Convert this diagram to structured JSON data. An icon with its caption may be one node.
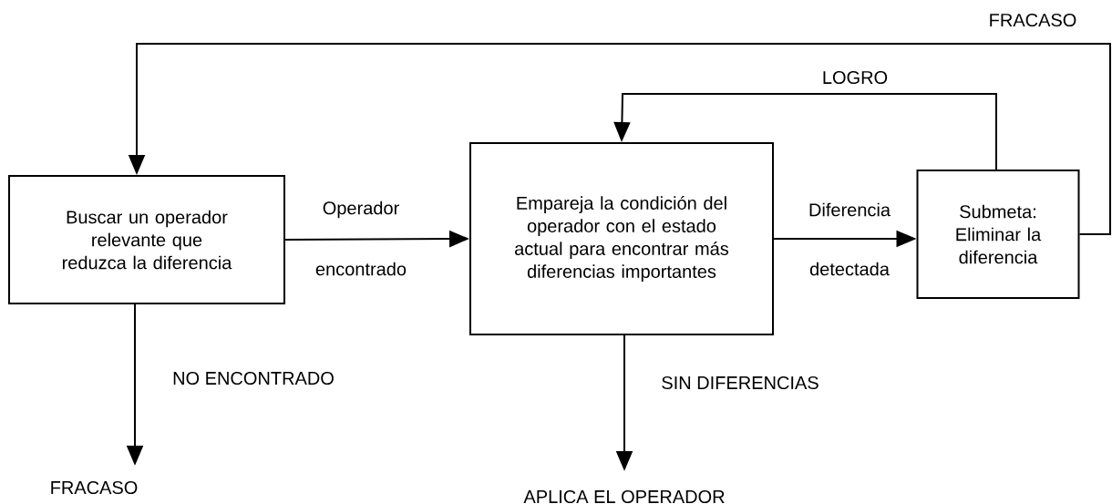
{
  "diagram": {
    "nodes": [
      {
        "text": [
          "Buscar un operador relevante que reduzca la diferencia"
        ]
      },
      {
        "text": [
          "Empareja la condición del operador con el estado actual para encontrar más diferencias importantes"
        ]
      },
      {
        "text": [
          "Submeta: Eliminar la diferencia"
        ]
      },
      {
        "text": [
          "FRACASO"
        ]
      },
      {
        "text": [
          "APLICA EL OPERADOR"
        ]
      }
    ],
    "edges": [
      {
        "from": 0,
        "to": 1,
        "arrow": "to",
        "label": "Operador"
      },
      {
        "from": 1,
        "to": 2,
        "arrow": "to",
        "label": "Diferencia"
      },
      {
        "from": 2,
        "to": 1,
        "arrow": "to",
        "label": "LOGRO"
      },
      {
        "from": 2,
        "to": 0,
        "arrow": "to",
        "label": "FRACASO"
      },
      {
        "from": 0,
        "to": 3,
        "arrow": "to",
        "label": "NO ENCONTRADO"
      },
      {
        "from": 1,
        "to": 4,
        "arrow": "to",
        "label": "SIN DIFERENCIAS"
      }
    ],
    "labels": [
      "encontrado",
      "detectada"
    ]
  }
}
